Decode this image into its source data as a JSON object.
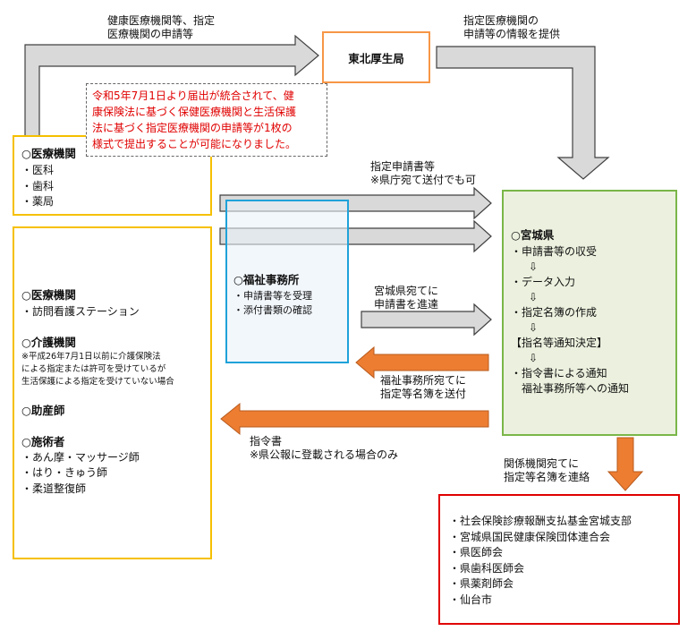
{
  "labels": {
    "top_left": "健康医療機関等、指定\n医療機関の申請等",
    "top_right": "指定医療機関の\n申請等の情報を提供",
    "shitei": "指定申請書等\n※県庁宛て送付でも可",
    "shinsei": "宮城県宛てに\n申請書を進達",
    "fukushi_return": "福祉事務所宛てに\n指定等名簿を送付",
    "shireisho": "指令書\n※県公報に登載される場合のみ",
    "kankei": "関係機関宛てに\n指定等名簿を連絡"
  },
  "tohoku": {
    "title": "東北厚生局"
  },
  "note": {
    "text": "令和5年7月1日より届出が統合されて、健\n康保険法に基づく保健医療機関と生活保護\n法に基づく指定医療機関の申請等が1枚の\n様式で提出することが可能になりました。"
  },
  "iryo1": {
    "title": "○医療機関",
    "items": [
      "医科",
      "歯科",
      "薬局"
    ]
  },
  "group2": {
    "iryo_title": "○医療機関",
    "iryo_items": [
      "訪問看護ステーション"
    ],
    "kaigo_title": "○介護機関",
    "kaigo_note": "※平成26年7月1日以前に介護保険法\nによる指定または許可を受けているが\n生活保護による指定を受けていない場合",
    "josan_title": "○助産師",
    "sejutsu_title": "○施術者",
    "sejutsu_items": [
      "あん摩・マッサージ師",
      "はり・きゅう師",
      "柔道整復師"
    ]
  },
  "fukushi": {
    "title": "○福祉事務所",
    "items": [
      "申請書等を受理",
      "添付書類の確認"
    ]
  },
  "miyagi": {
    "title": "○宮城県",
    "step1": "・申請書等の収受",
    "step2": "・データ入力",
    "step3": "・指定名簿の作成",
    "decision": "【指名等通知決定】",
    "step4": "・指令書による通知\n　福祉事務所等への通知",
    "arrow_glyph": "⇩"
  },
  "kankei_box": {
    "items": [
      "社会保険診療報酬支払基金宮城支部",
      "宮城県国民健康保険団体連合会",
      "県医師会",
      "県歯科医師会",
      "県薬剤師会",
      "仙台市"
    ]
  },
  "colors": {
    "gray_fill": "#d9d9d9",
    "gray_stroke": "#404040",
    "orange": "#ed7d31",
    "yellow_border": "#f5c000",
    "orange_border": "#f79646",
    "blue_border": "#1fa2d9",
    "green_border": "#7ab648",
    "red_border": "#e00000"
  }
}
